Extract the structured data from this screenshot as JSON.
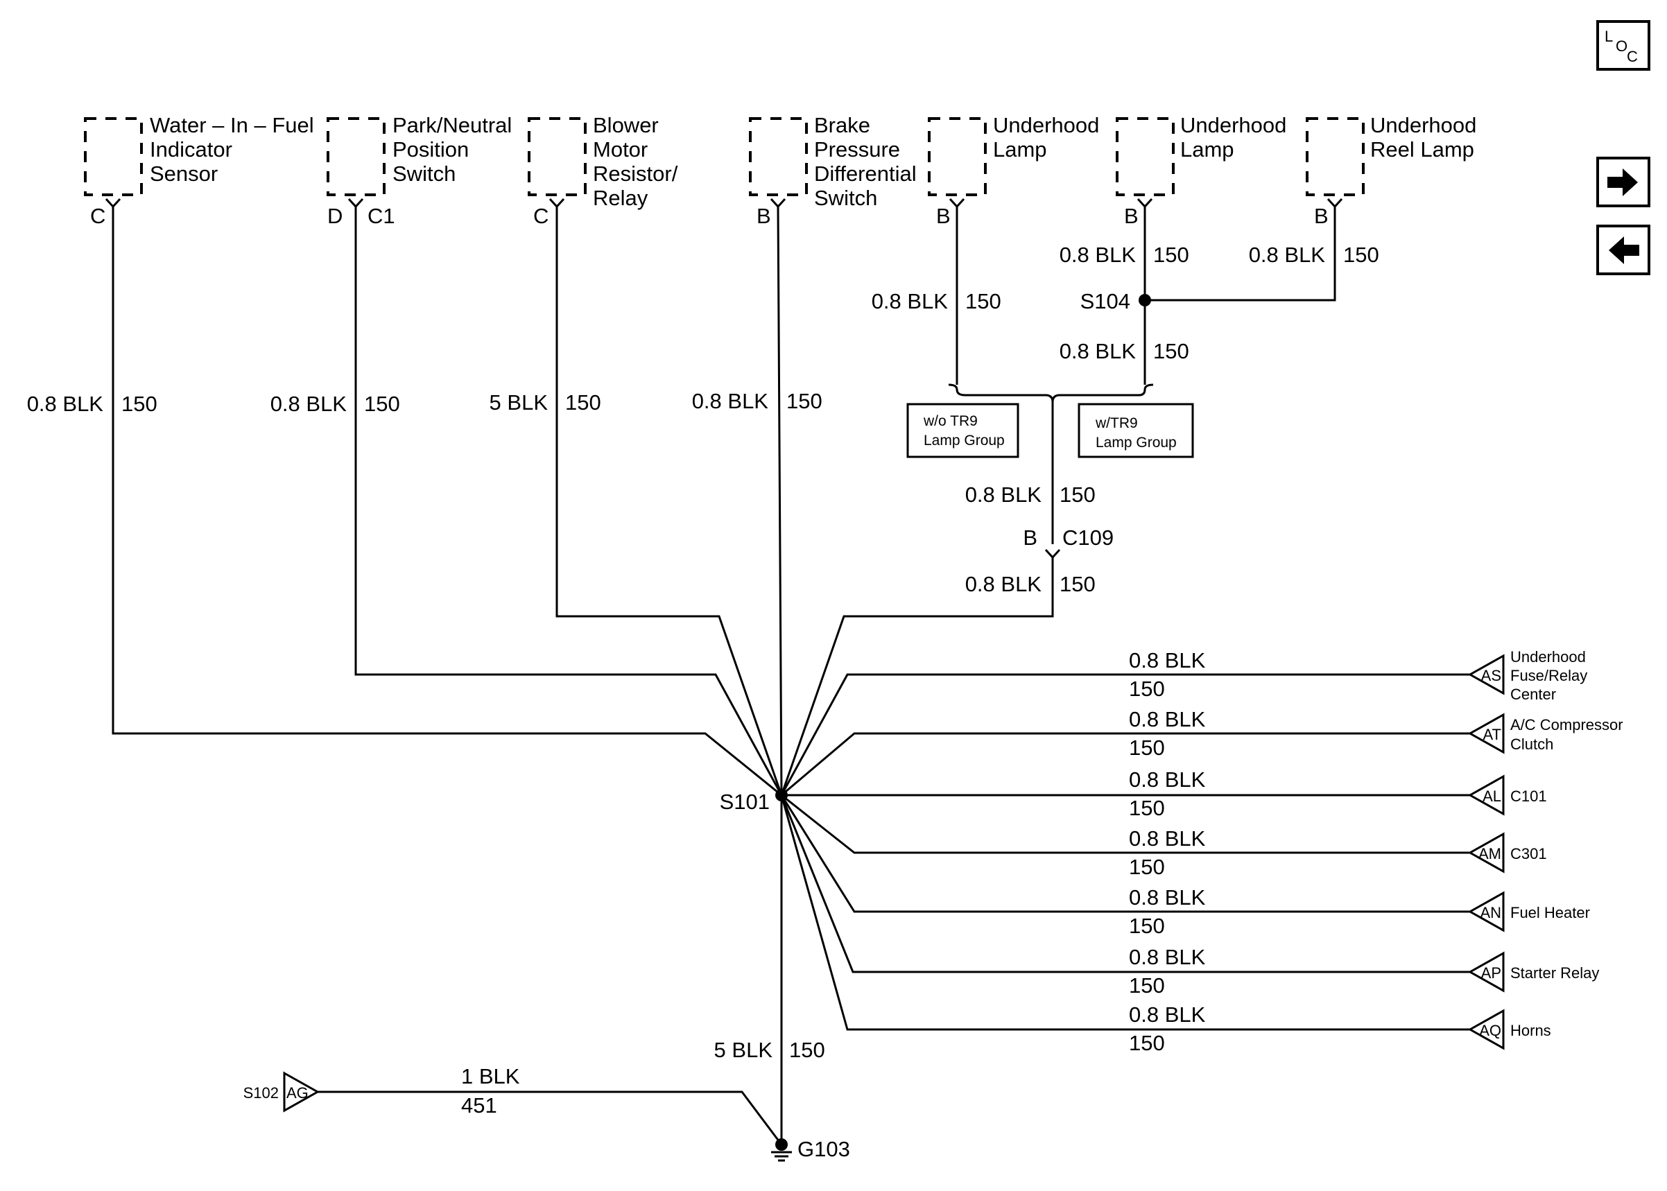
{
  "components": {
    "water_in_fuel": {
      "line1": "Water – In – Fuel",
      "line2": "Indicator",
      "line3": "Sensor",
      "pin": "C"
    },
    "park_neutral": {
      "line1": "Park/Neutral",
      "line2": "Position",
      "line3": "Switch",
      "pin": "D",
      "connector": "C1"
    },
    "blower_motor": {
      "line1": "Blower",
      "line2": "Motor",
      "line3": "Resistor/",
      "line4": "Relay",
      "pin": "C"
    },
    "brake_pressure": {
      "line1": "Brake",
      "line2": "Pressure",
      "line3": "Differential",
      "line4": "Switch",
      "pin": "B"
    },
    "underhood_lamp_1": {
      "line1": "Underhood",
      "line2": "Lamp",
      "pin": "B"
    },
    "underhood_lamp_2": {
      "line1": "Underhood",
      "line2": "Lamp",
      "pin": "B"
    },
    "underhood_reel_lamp": {
      "line1": "Underhood",
      "line2": "Reel Lamp",
      "pin": "B"
    }
  },
  "wires": {
    "wif": {
      "size": "0.8 BLK",
      "circuit": "150"
    },
    "pnp": {
      "size": "0.8 BLK",
      "circuit": "150"
    },
    "blower": {
      "size": "5 BLK",
      "circuit": "150"
    },
    "brake": {
      "size": "0.8 BLK",
      "circuit": "150"
    },
    "lamp1": {
      "size": "0.8 BLK",
      "circuit": "150"
    },
    "lamp2_top": {
      "size": "0.8 BLK",
      "circuit": "150"
    },
    "reel": {
      "size": "0.8 BLK",
      "circuit": "150"
    },
    "s104_down": {
      "size": "0.8 BLK",
      "circuit": "150"
    },
    "c109_top": {
      "size": "0.8 BLK",
      "circuit": "150"
    },
    "c109_bottom": {
      "size": "0.8 BLK",
      "circuit": "150"
    },
    "g103": {
      "size": "5 BLK",
      "circuit": "150"
    },
    "s102": {
      "size": "1 BLK",
      "circuit": "451"
    }
  },
  "options": {
    "wo_tr9": {
      "line1": "w/o TR9",
      "line2": "Lamp Group"
    },
    "w_tr9": {
      "line1": "w/TR9",
      "line2": "Lamp Group"
    }
  },
  "splices": {
    "s101": "S101",
    "s104": "S104"
  },
  "connector_c109": {
    "pin": "B",
    "name": "C109"
  },
  "ground": {
    "name": "G103"
  },
  "s102": {
    "name": "S102",
    "code": "AG"
  },
  "outputs": [
    {
      "code": "AS",
      "size": "0.8 BLK",
      "circuit": "150",
      "label_lines": [
        "Underhood",
        "Fuse/Relay",
        "Center"
      ]
    },
    {
      "code": "AT",
      "size": "0.8 BLK",
      "circuit": "150",
      "label_lines": [
        "A/C Compressor",
        "Clutch"
      ]
    },
    {
      "code": "AL",
      "size": "0.8 BLK",
      "circuit": "150",
      "label_lines": [
        "C101"
      ]
    },
    {
      "code": "AM",
      "size": "0.8 BLK",
      "circuit": "150",
      "label_lines": [
        "C301"
      ]
    },
    {
      "code": "AN",
      "size": "0.8 BLK",
      "circuit": "150",
      "label_lines": [
        "Fuel Heater"
      ]
    },
    {
      "code": "AP",
      "size": "0.8 BLK",
      "circuit": "150",
      "label_lines": [
        "Starter Relay"
      ]
    },
    {
      "code": "AQ",
      "size": "0.8 BLK",
      "circuit": "150",
      "label_lines": [
        "Horns"
      ]
    }
  ],
  "nav": {
    "loc_l": "L",
    "loc_o": "O",
    "loc_c": "C",
    "next_icon": "arrow-right-icon",
    "prev_icon": "arrow-left-icon"
  }
}
